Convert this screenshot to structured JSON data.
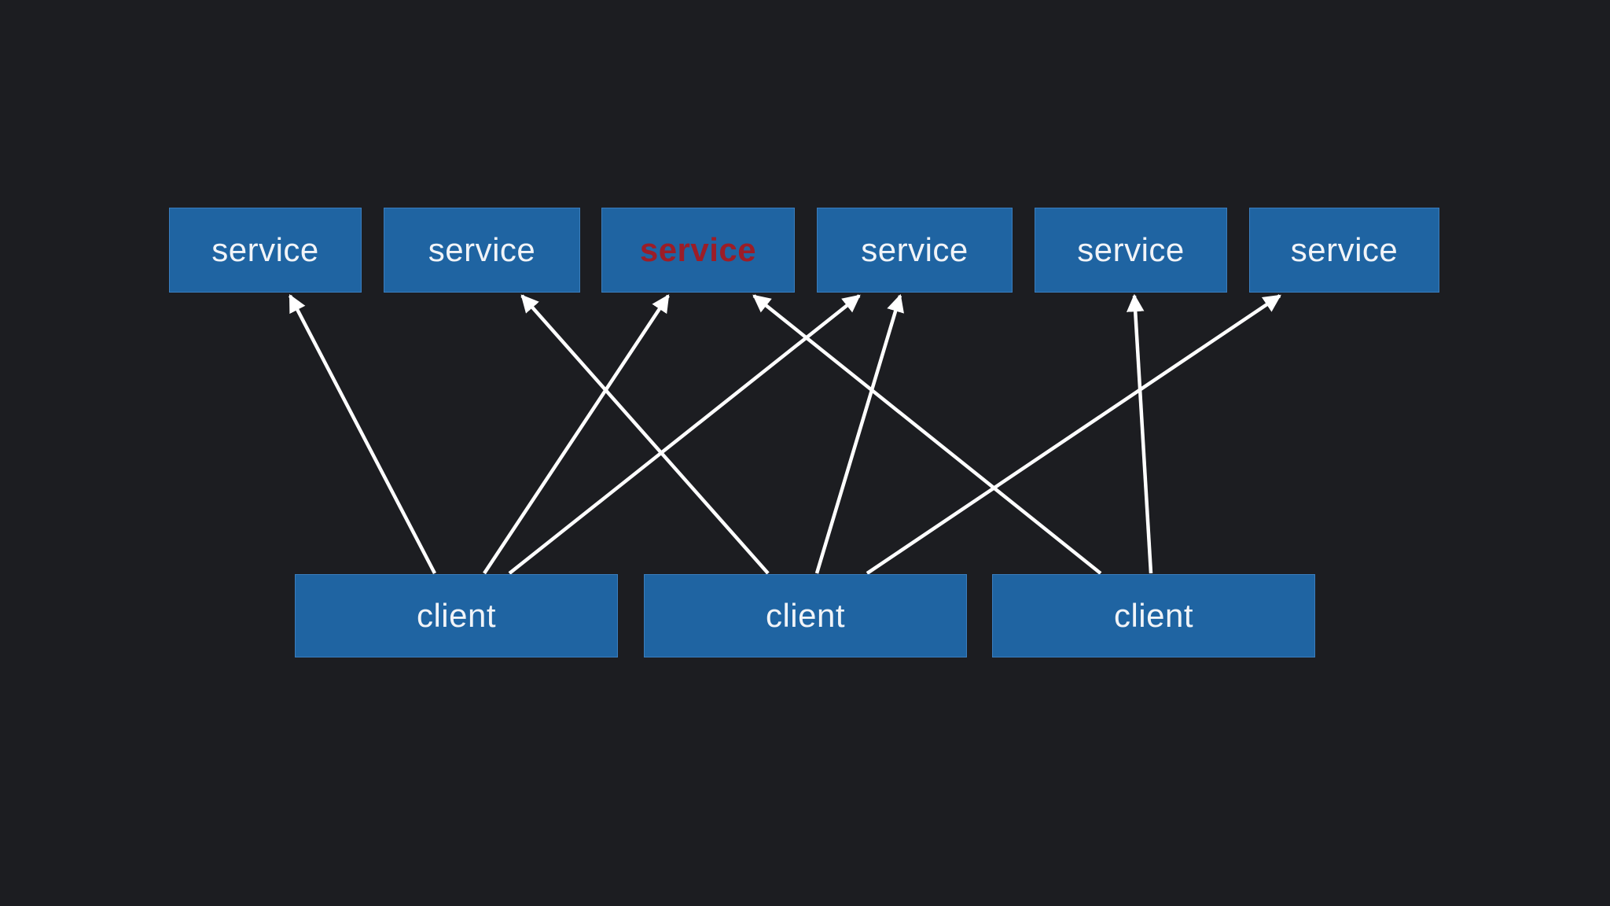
{
  "services": [
    {
      "label": "service",
      "highlighted": false
    },
    {
      "label": "service",
      "highlighted": false
    },
    {
      "label": "service",
      "highlighted": true
    },
    {
      "label": "service",
      "highlighted": false
    },
    {
      "label": "service",
      "highlighted": false
    },
    {
      "label": "service",
      "highlighted": false
    }
  ],
  "clients": [
    {
      "label": "client"
    },
    {
      "label": "client"
    },
    {
      "label": "client"
    }
  ],
  "connections": [
    {
      "from_client": 0,
      "to_service": 0
    },
    {
      "from_client": 0,
      "to_service": 2
    },
    {
      "from_client": 0,
      "to_service": 3
    },
    {
      "from_client": 1,
      "to_service": 1
    },
    {
      "from_client": 1,
      "to_service": 3
    },
    {
      "from_client": 1,
      "to_service": 5
    },
    {
      "from_client": 2,
      "to_service": 2
    },
    {
      "from_client": 2,
      "to_service": 4
    }
  ],
  "colors": {
    "background": "#1c1d21",
    "box_fill": "#1f64a2",
    "box_text": "#f1f4f8",
    "highlight_text": "#9c1d27",
    "arrow": "#ffffff"
  }
}
